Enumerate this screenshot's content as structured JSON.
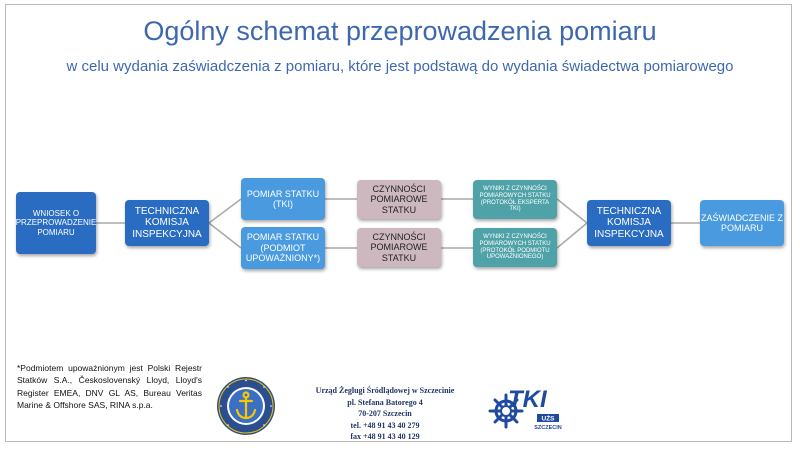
{
  "header": {
    "title": "Ogólny schemat przeprowadzenia pomiaru",
    "subtitle": "w celu wydania zaświadczenia z pomiaru, które jest podstawą do wydania świadectwa pomiarowego"
  },
  "flow": {
    "wniosek": "WNIOSEK O PRZEPROWADZENIE POMIARU",
    "komisja_1": "TECHNICZNA KOMISJA INSPEKCYJNA",
    "pomiar_tki": "POMIAR STATKU (TKI)",
    "pomiar_upowazniony": "POMIAR STATKU (PODMIOT UPOWAŻNIONY*)",
    "czynnosci_1": "CZYNNOŚCI POMIAROWE STATKU",
    "czynnosci_2": "CZYNNOŚCI POMIAROWE STATKU",
    "wyniki_1": "WYNIKI Z CZYNNOŚCI POMIAROWYCH STATKU (PROTOKÓŁ EKSPERTA TKI)",
    "wyniki_2": "WYNIKI Z CZYNNOŚCI POMIAROWYCH STATKU (PROTOKÓŁ PODMIOTU UPOWAŻNIONEGO)",
    "komisja_2": "TECHNICZNA KOMISJA INSPEKCYJNA",
    "zaswiadczenie": "ZAŚWIADCZENIE Z POMIARU"
  },
  "footnote": "*Podmiotem upoważnionym jest Polski Rejestr Statków S.A., Československý Lloyd, Lloyd's Register EMEA, DNV GL AS, Bureau Veritas Marine & Offshore SAS, RINA s.p.a.",
  "address": {
    "line1": "Urząd Żeglugi Śródlądowej w Szczecinie",
    "line2": "pl. Stefana Batorego 4",
    "line3": "70-207 Szczecin",
    "line4": "tel. +48 91 43 40 279",
    "line5": "fax +48 91 43 40 129"
  },
  "logos": {
    "left_icon": "anchor-seal-icon",
    "right_icon": "tki-logo-icon",
    "tki_text": "TKI",
    "uzs_text": "UŻS",
    "szczecin_text": "SZCZECIN"
  },
  "colors": {
    "title": "#3d68b0",
    "dark_blue": "#2a6cc2",
    "light_blue": "#4a9ae0",
    "mauve": "#cdb8c0",
    "teal": "#4fa2a8"
  }
}
